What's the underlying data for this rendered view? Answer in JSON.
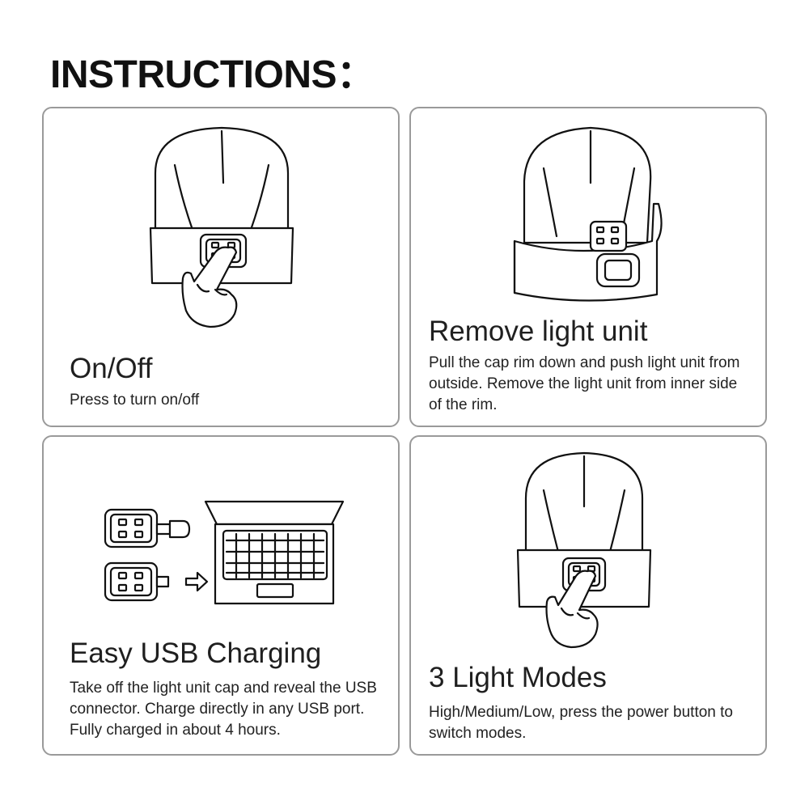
{
  "page": {
    "title": "INSTRUCTIONS："
  },
  "cards": {
    "on_off": {
      "heading": "On/Off",
      "description": "Press to turn on/off"
    },
    "remove": {
      "heading": "Remove light unit",
      "description": "Pull the cap rim down and push light unit from outside. Remove the light unit from inner side of the rim."
    },
    "usb": {
      "heading": "Easy USB Charging",
      "description": "Take off the light unit cap and reveal the USB connector. Charge directly in any USB port. Fully charged in about 4 hours."
    },
    "modes": {
      "heading": "3 Light Modes",
      "description": "High/Medium/Low, press the power button to switch modes."
    }
  },
  "icons": [
    "beanie-icon",
    "hand-pointer-icon",
    "light-unit-icon",
    "laptop-icon",
    "arrow-right-icon"
  ],
  "colors": {
    "border": "#9a9a9a",
    "line": "#111111",
    "text": "#222222"
  }
}
